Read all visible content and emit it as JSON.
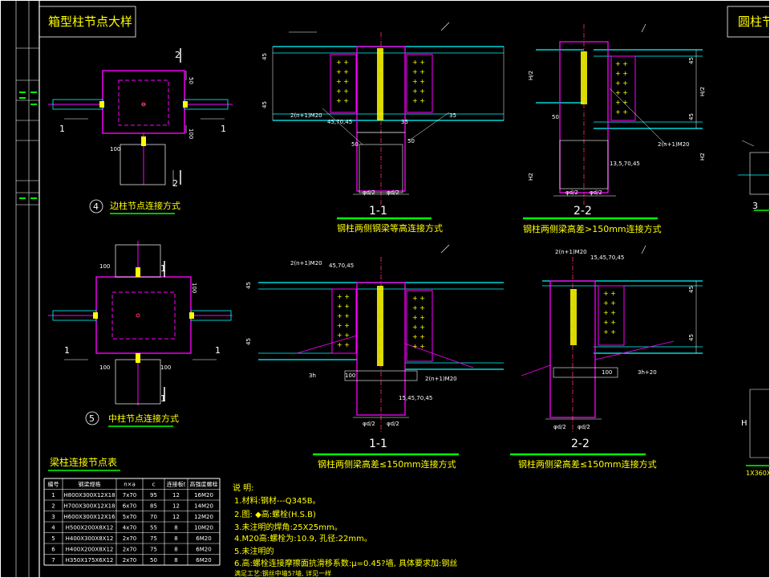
{
  "left_titles": {
    "box_title": "箱型柱节点大样",
    "round_title": "圆柱节点"
  },
  "side_node": {
    "section_label_top": "2",
    "section_label_bottom": "2",
    "section_left": "1",
    "section_right": "1",
    "dims": [
      "50",
      "100",
      "100"
    ],
    "node_no": "4",
    "caption": "边柱节点连接方式"
  },
  "mid_node": {
    "section_label_top": "1",
    "section_label_bottom": "1",
    "section_left": "1",
    "section_right": "1",
    "dims": [
      "100",
      "100",
      "100",
      "100"
    ],
    "node_no": "5",
    "caption": "中柱节点连接方式"
  },
  "views": {
    "v1": {
      "section": "1-1",
      "caption": "钢柱两侧钢梁等高连接方式",
      "dims": [
        "45",
        "45",
        "2(n+1)M20",
        "45,70,45",
        "50",
        "50",
        "35",
        "35",
        "φd/2",
        "φd/2"
      ]
    },
    "v2": {
      "section": "2-2",
      "caption": "钢柱两侧梁高差>150mm连接方式",
      "dims": [
        "45",
        "45",
        "50",
        "2(n+1)M20",
        "13,5,70,45",
        "φd/2",
        "φd/2",
        "H/2",
        "H/2",
        "H2",
        "H2"
      ]
    },
    "v3": {
      "section": "1-1",
      "caption": "钢柱两侧梁高差≤150mm连接方式",
      "dims": [
        "2(n+1)M20",
        "45,70,45",
        "45",
        "45",
        "3h",
        "100",
        "15,45,70,45",
        "2(n+1)M20",
        "φd/2",
        "φd/2"
      ]
    },
    "v4": {
      "section": "2-2",
      "caption": "钢柱两侧梁高差≤150mm连接方式",
      "dims": [
        "2(n+1)M20",
        "15,45,70,45",
        "100",
        "3h+20",
        "φd/2",
        "φd/2",
        "45",
        "45"
      ]
    }
  },
  "round_node": {
    "no": "3",
    "dims": [
      "H",
      "1X360X"
    ]
  },
  "table": {
    "title": "梁柱连接节点表",
    "headers": [
      "编号",
      "钢梁规格",
      "n×a",
      "c",
      "连接板t",
      "高强度螺栓"
    ],
    "rows": [
      [
        "1",
        "H800X300X12X18",
        "7x70",
        "95",
        "12",
        "16M20"
      ],
      [
        "2",
        "H700X300X12X18",
        "6x70",
        "85",
        "12",
        "14M20"
      ],
      [
        "3",
        "H600X300X12X16",
        "5x70",
        "70",
        "12",
        "12M20"
      ],
      [
        "4",
        "H500X200X8X12",
        "4x70",
        "55",
        "8",
        "10M20"
      ],
      [
        "5",
        "H400X300X8X12",
        "2x70",
        "75",
        "8",
        "6M20"
      ],
      [
        "6",
        "H400X200X8X12",
        "2x70",
        "75",
        "8",
        "6M20"
      ],
      [
        "7",
        "H350X175X6X12",
        "2x70",
        "50",
        "8",
        "6M20"
      ]
    ]
  },
  "notes": {
    "title": "说    明:",
    "lines": [
      "1.材料:钢材---Q345B。",
      "2.图:  ◆高:螺栓(H.S.B)",
      "3.未注明的焊角:25X25mm。",
      "4.M20高:螺栓为:10.9, 孔径:22mm。",
      "5.未注明的",
      "6.高:螺栓连接摩擦面抗滑移系数:μ=0.45?墙, 具体要求加:钢丝",
      "   满足工艺:钢丝中墙5?墙, 详见一样"
    ]
  },
  "colors": {
    "frame": "#ffffff",
    "column": "#ff00ff",
    "beam": "#00ffff",
    "bolt": "#ffff00",
    "weld": "#ff3366",
    "green": "#00ff00"
  }
}
